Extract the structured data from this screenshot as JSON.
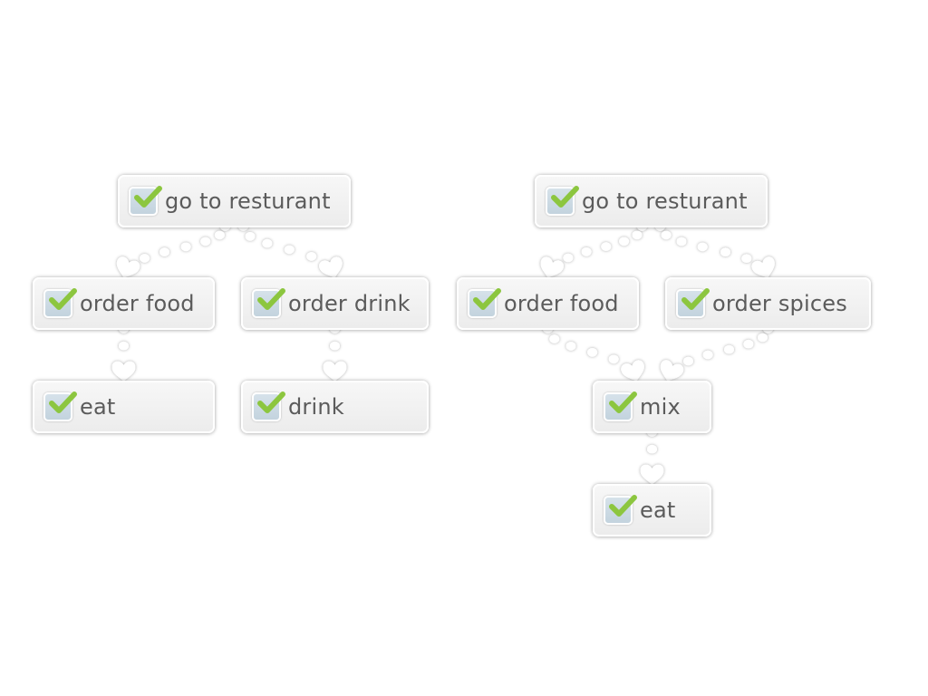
{
  "colors": {
    "check": "#8cc63f",
    "checkbox": "#cdd9e3",
    "connector": "#ffffff",
    "text": "#5b5b5b"
  },
  "icons": {
    "checkbox": "checkmark-icon",
    "connector": "dotted-arrow-icon"
  },
  "trees": [
    {
      "nodes": [
        {
          "id": "l-go",
          "label": "go to resturant",
          "checked": true
        },
        {
          "id": "l-food",
          "label": "order food",
          "checked": true
        },
        {
          "id": "l-drink",
          "label": "order drink",
          "checked": true
        },
        {
          "id": "l-eat",
          "label": "eat",
          "checked": true
        },
        {
          "id": "l-drink2",
          "label": "drink",
          "checked": true
        }
      ],
      "edges": [
        {
          "from": "l-go",
          "to": "l-food"
        },
        {
          "from": "l-go",
          "to": "l-drink"
        },
        {
          "from": "l-food",
          "to": "l-eat"
        },
        {
          "from": "l-drink",
          "to": "l-drink2"
        }
      ]
    },
    {
      "nodes": [
        {
          "id": "r-go",
          "label": "go to resturant",
          "checked": true
        },
        {
          "id": "r-food",
          "label": "order food",
          "checked": true
        },
        {
          "id": "r-spices",
          "label": "order spices",
          "checked": true
        },
        {
          "id": "r-mix",
          "label": "mix",
          "checked": true
        },
        {
          "id": "r-eat",
          "label": "eat",
          "checked": true
        }
      ],
      "edges": [
        {
          "from": "r-go",
          "to": "r-food"
        },
        {
          "from": "r-go",
          "to": "r-spices"
        },
        {
          "from": "r-food",
          "to": "r-mix"
        },
        {
          "from": "r-spices",
          "to": "r-mix"
        },
        {
          "from": "r-mix",
          "to": "r-eat"
        }
      ]
    }
  ]
}
